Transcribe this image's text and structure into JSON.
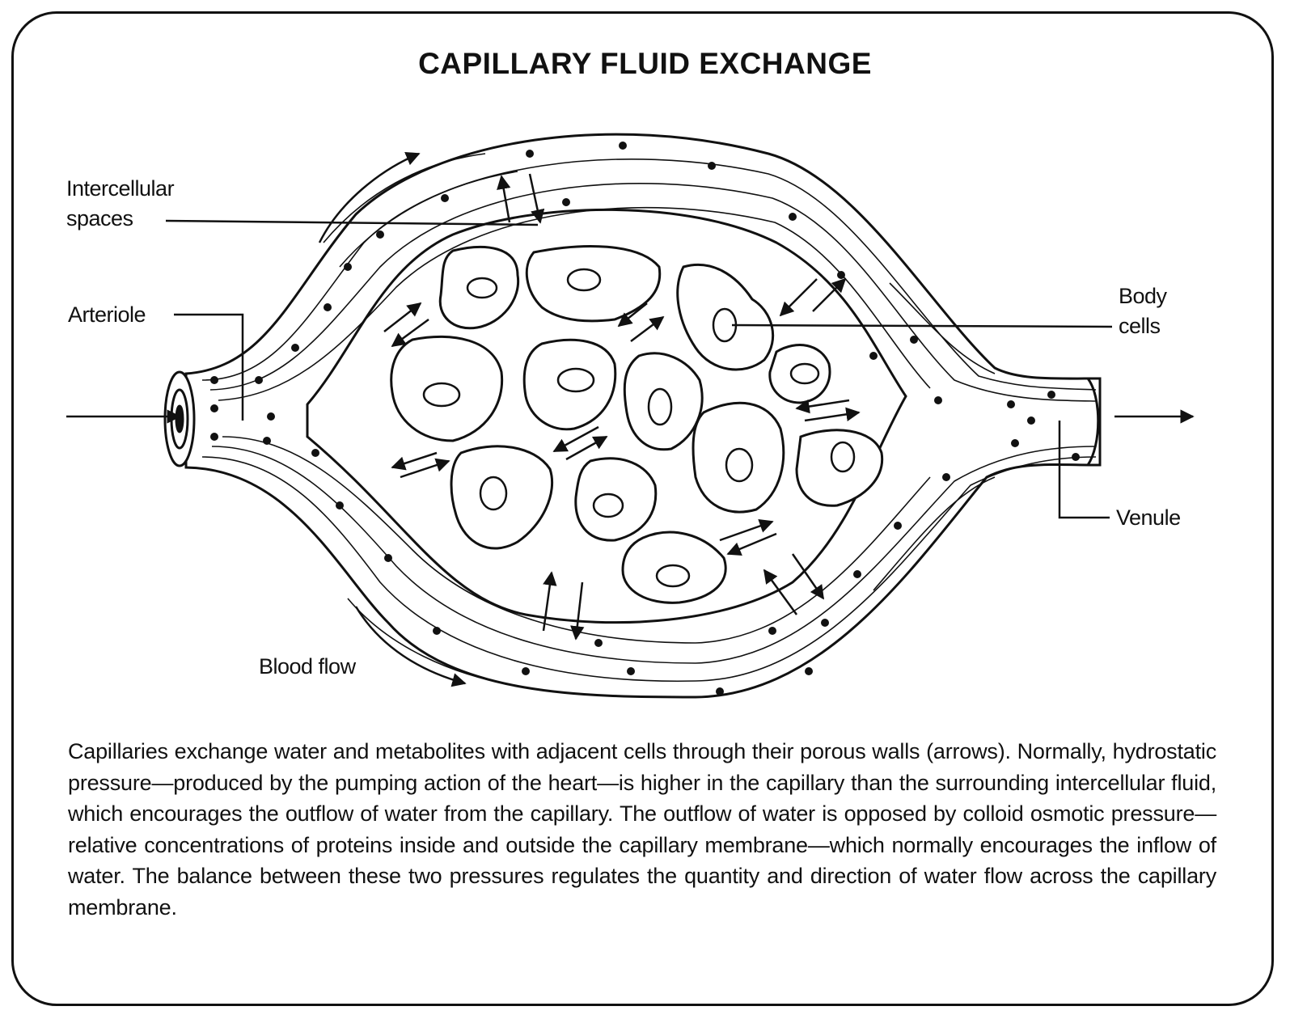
{
  "title": "CAPILLARY FLUID EXCHANGE",
  "labels": {
    "intercellular_line1": "Intercellular",
    "intercellular_line2": "spaces",
    "arteriole": "Arteriole",
    "body_cells_line1": "Body",
    "body_cells_line2": "cells",
    "venule": "Venule",
    "blood_flow": "Blood flow"
  },
  "caption": "Capillaries exchange water and metabolites with adjacent cells through their porous walls (arrows). Normally, hydrostatic pressure—produced by the pumping action of the heart—is higher in the capillary than the surrounding intercellular fluid, which encourages the outflow of water from the capillary. The outflow of water is opposed by colloid osmotic pressure—relative concentrations of proteins inside and outside the capillary membrane—which normally encourages the inflow of water. The balance between these two pressures regulates the quantity and direction of water flow across the capillary membrane.",
  "colors": {
    "ink": "#111111",
    "paper": "#ffffff"
  }
}
